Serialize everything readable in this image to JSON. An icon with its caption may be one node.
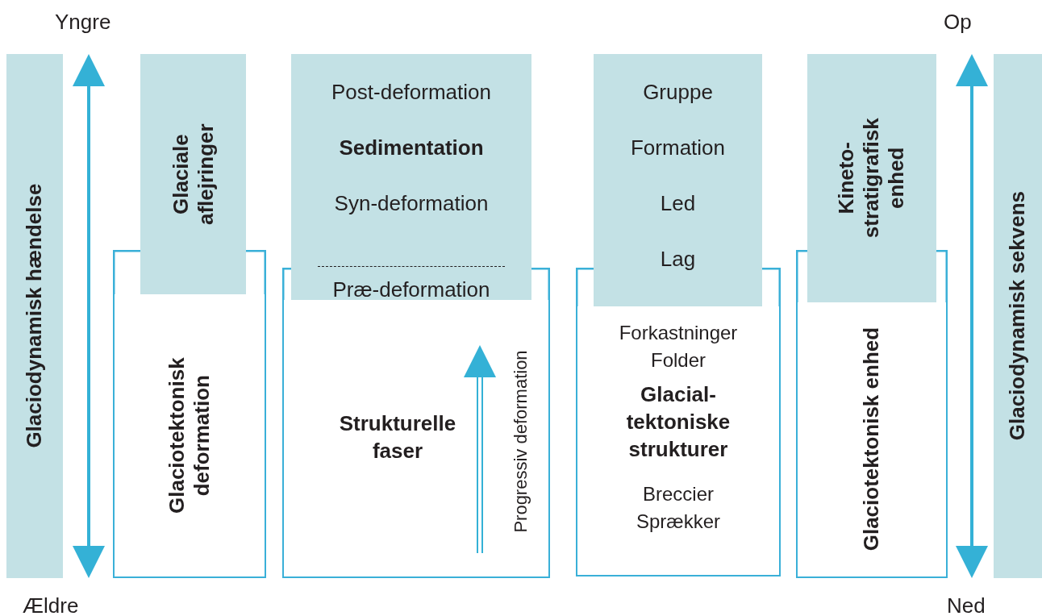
{
  "diagram": {
    "nodes": [
      {
        "text": [
          "Glaciodynamisk hændelse"
        ]
      },
      {
        "text": [
          "Glaciale aflejringer"
        ]
      },
      {
        "text": [
          "Glaciotektonisk deformation"
        ]
      },
      {
        "text": [
          "Post-deformation",
          "Sedimentation",
          "Syn-deformation",
          "Præ-deformation"
        ]
      },
      {
        "text": [
          "Strukturelle faser",
          "Progressiv deformation"
        ]
      },
      {
        "text": [
          "Gruppe",
          "Formation",
          "Led",
          "Lag"
        ]
      },
      {
        "text": [
          "Forkastninger Folder",
          "Glacial-tektoniske strukturer",
          "Breccier Sprækker"
        ]
      },
      {
        "text": [
          "Kineto-stratigrafisk enhed"
        ]
      },
      {
        "text": [
          "Glaciotektonisk enhed"
        ]
      },
      {
        "text": [
          "Glaciodynamisk sekvens"
        ]
      }
    ],
    "labels": [
      "Yngre",
      "Ældre",
      "Op",
      "Ned"
    ]
  }
}
